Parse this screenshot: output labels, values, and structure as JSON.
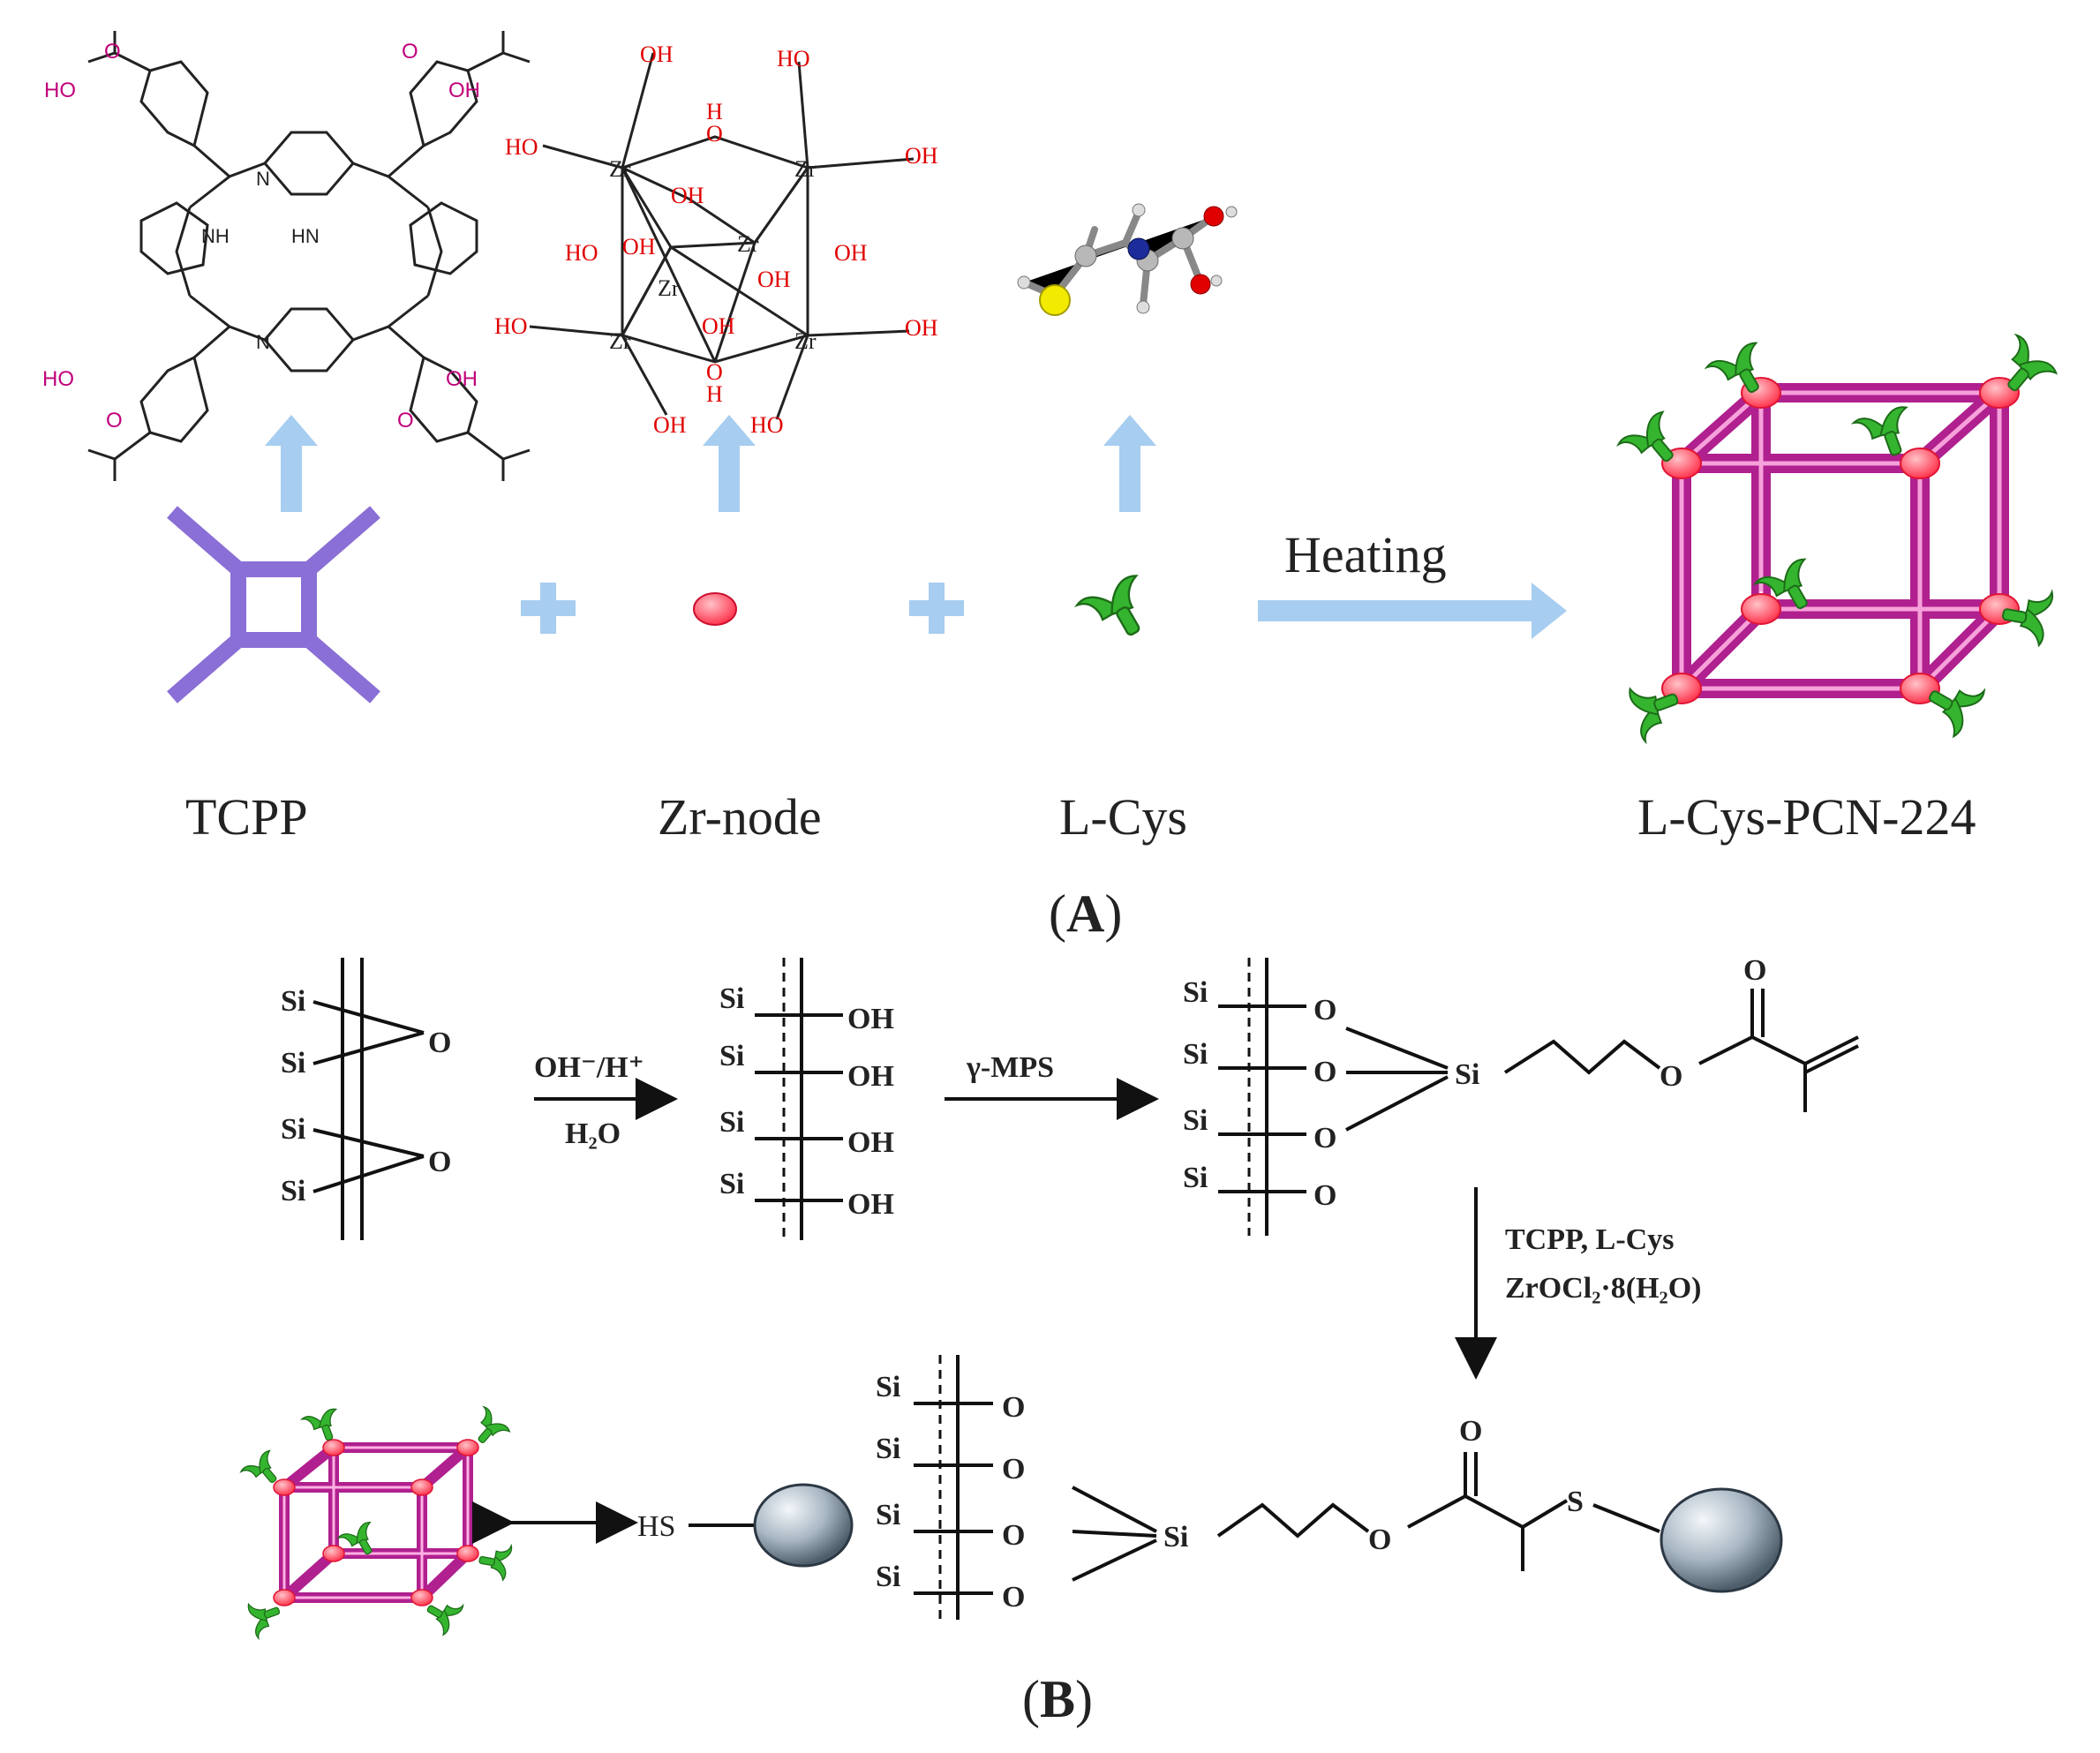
{
  "panelA": {
    "tag": "(A)",
    "tag_letter": "A",
    "labels": {
      "tcpp": "TCPP",
      "zr_node": "Zr-node",
      "l_cys": "L-Cys",
      "product": "L-Cys-PCN-224"
    },
    "heating": "Heating",
    "tcpp_groups": {
      "ho": "HO",
      "oh": "OH",
      "o": "O",
      "n": "N",
      "nh": "NH",
      "hn": "HN"
    },
    "zr_groups": {
      "zr": "Zr",
      "oh": "OH",
      "ho": "HO",
      "o": "O",
      "h": "H"
    }
  },
  "panelB": {
    "tag": "(B)",
    "tag_letter": "B",
    "step1": {
      "reagent_top": "OH⁻/H⁺",
      "reagent_bottom": "H₂O"
    },
    "step2": {
      "reagent": "γ-MPS"
    },
    "step3": {
      "reagent_line1": "TCPP, L-Cys",
      "reagent_line2": "ZrOCl₂·8(H₂O)"
    },
    "atoms": {
      "si": "Si",
      "o": "O",
      "oh": "OH",
      "hs": "HS",
      "s": "S"
    }
  },
  "colors": {
    "mof_magenta": "#b0208f",
    "linker_purple": "#8a6fd6",
    "arrow_blue": "#a7cdf0",
    "zr_node_red": "#ff3b4e",
    "cys_green": "#35b52f",
    "sphere_gray": "#9fb0bd"
  }
}
